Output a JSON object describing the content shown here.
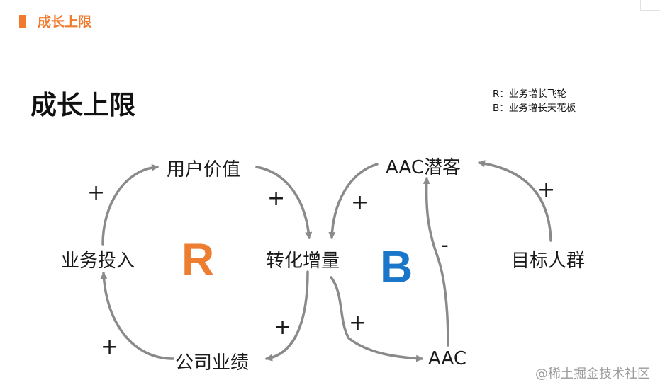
{
  "header": {
    "title": "成长上限"
  },
  "slide": {
    "title": "成长上限"
  },
  "legend": {
    "r_line": "R：业务增长飞轮",
    "b_line": "B：业务增长天花板"
  },
  "nodes": {
    "user_value": "用户价值",
    "business_input": "业务投入",
    "conversion_increment": "转化增量",
    "company_performance": "公司业绩",
    "aac_potential": "AAC潜客",
    "target_group": "目标人群",
    "aac": "AAC"
  },
  "loops": {
    "r": "R",
    "b": "B"
  },
  "signs": {
    "input_to_value": "+",
    "value_to_conversion": "+",
    "conversion_to_performance": "+",
    "performance_to_input": "+",
    "potential_to_conversion": "+",
    "conversion_to_aac": "+",
    "aac_to_potential": "-",
    "target_to_potential": "+"
  },
  "colors": {
    "accent": "#f07a2e",
    "r_loop": "#ec7d31",
    "b_loop": "#1a76c8",
    "arrow": "#8a8a8a"
  },
  "watermark": "@稀土掘金技术社区"
}
